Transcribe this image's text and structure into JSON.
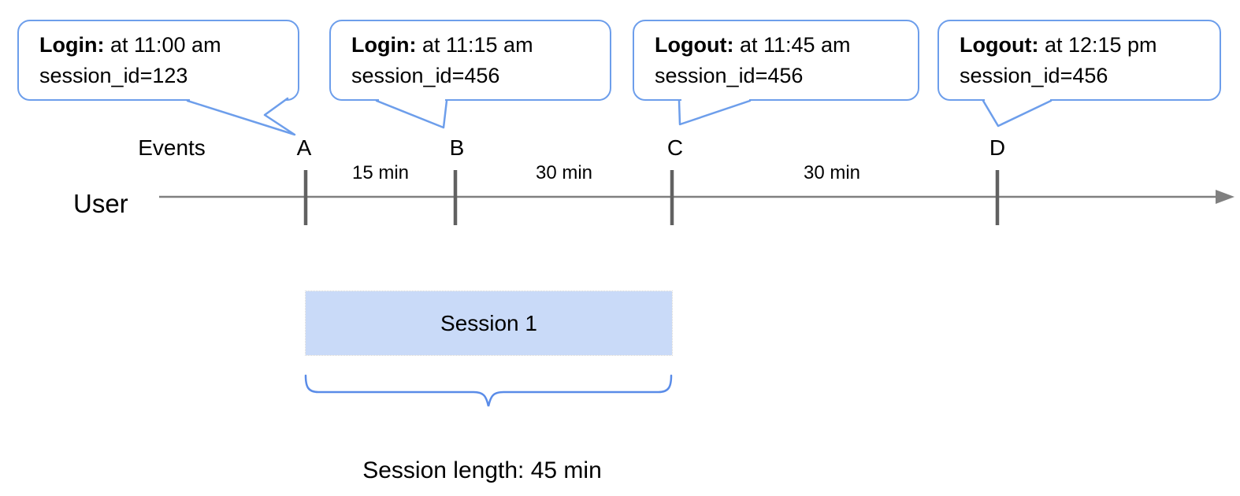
{
  "colors": {
    "bubble_border": "#6d9eeb",
    "brace": "#5a8ce8",
    "session_fill": "#c9daf8",
    "timeline": "#808080",
    "tick": "#616161"
  },
  "bubbles": [
    {
      "title": "Login:",
      "time": " at 11:00 am",
      "session": "session_id=123"
    },
    {
      "title": "Login:",
      "time": " at 11:15 am",
      "session": "session_id=456"
    },
    {
      "title": "Logout:",
      "time": " at 11:45 am",
      "session": "session_id=456"
    },
    {
      "title": "Logout:",
      "time": " at 12:15 pm",
      "session": "session_id=456"
    }
  ],
  "timeline": {
    "user_label": "User",
    "events_label": "Events",
    "event_letters": [
      "A",
      "B",
      "C",
      "D"
    ],
    "intervals": [
      "15 min",
      "30 min",
      "30 min"
    ]
  },
  "session": {
    "label": "Session 1",
    "length_label": "Session length: 45 min"
  }
}
